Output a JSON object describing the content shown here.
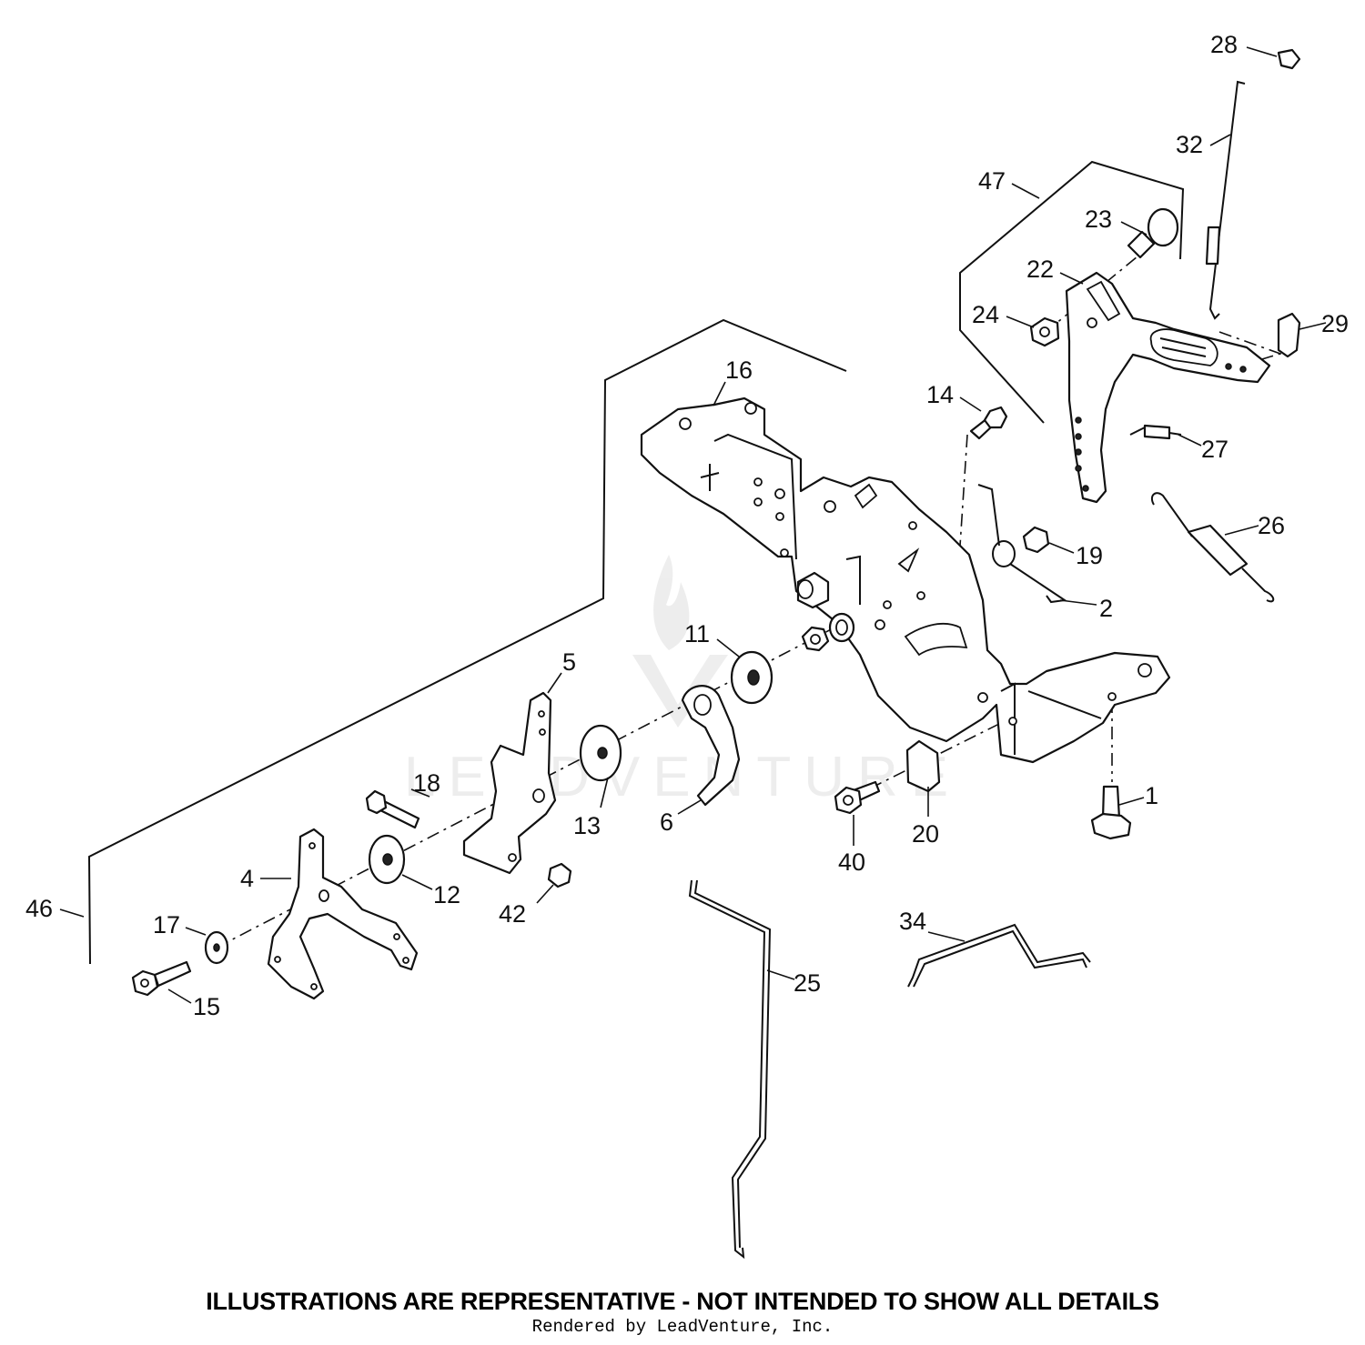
{
  "disclaimer": "ILLUSTRATIONS ARE REPRESENTATIVE - NOT INTENDED TO SHOW ALL DETAILS",
  "rendered_by": "Rendered by LeadVenture, Inc.",
  "watermark": "LEADVENTURE",
  "callouts": [
    "28",
    "32",
    "47",
    "23",
    "22",
    "24",
    "29",
    "16",
    "14",
    "27",
    "26",
    "19",
    "2",
    "11",
    "5",
    "18",
    "13",
    "6",
    "1",
    "20",
    "40",
    "4",
    "12",
    "42",
    "46",
    "17",
    "34",
    "25",
    "15"
  ]
}
